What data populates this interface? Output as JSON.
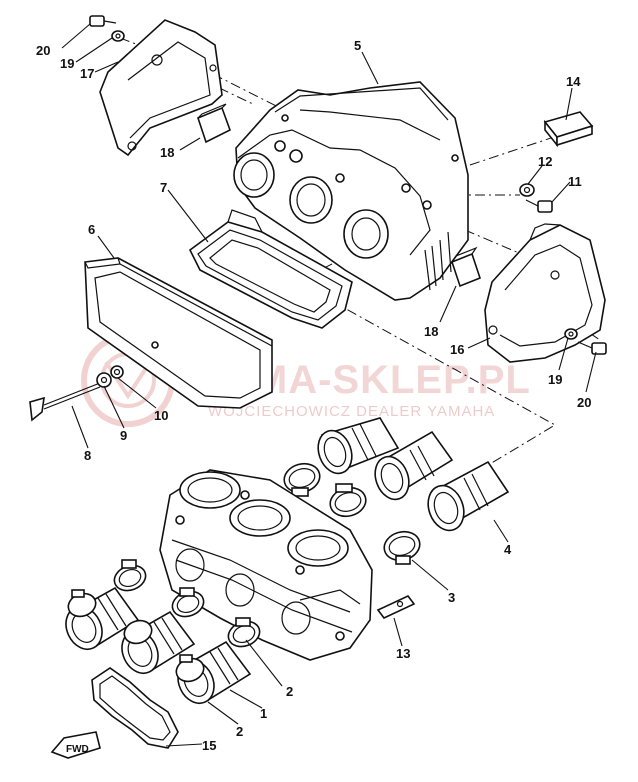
{
  "callouts": {
    "c20a": "20",
    "c19a": "19",
    "c17": "17",
    "c5": "5",
    "c14": "14",
    "c18a": "18",
    "c12": "12",
    "c11": "11",
    "c7": "7",
    "c6": "6",
    "c18b": "18",
    "c16": "16",
    "c19b": "19",
    "c20b": "20",
    "c8": "8",
    "c9": "9",
    "c10": "10",
    "c4": "4",
    "c3": "3",
    "c13": "13",
    "c2a": "2",
    "c1": "1",
    "c2b": "2",
    "c15": "15"
  },
  "watermark": {
    "title": "YAMA-SKLEP.PL",
    "subtitle": "WOJCIECHOWICZ DEALER YAMAHA"
  },
  "fwd_label": "FWD"
}
